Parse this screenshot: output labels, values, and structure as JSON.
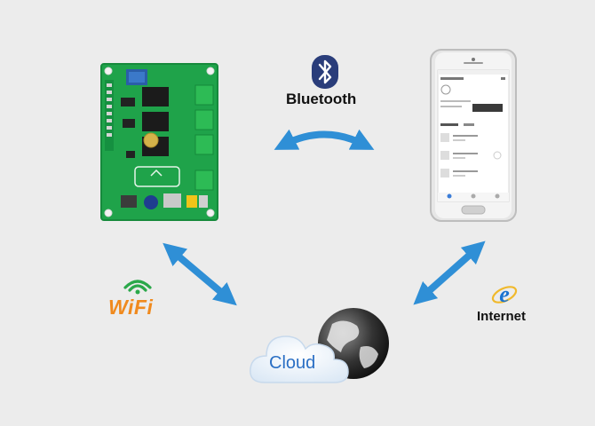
{
  "labels": {
    "bluetooth": "Bluetooth",
    "wifi": "WiFi",
    "internet": "Internet",
    "cloud": "Cloud"
  },
  "colors": {
    "background": "#ececec",
    "arrow": "#2f8fd6",
    "pcb": "#1fa34a",
    "bluetooth": "#2a3d7a",
    "wifi_green": "#2aa84a",
    "wifi_orange": "#f08a1e",
    "ie_blue": "#1a73d1",
    "cloud_text": "#2a6fc4"
  },
  "icons": {
    "bluetooth": "bluetooth-icon",
    "wifi": "wifi-icon",
    "internet": "internet-explorer-icon",
    "cloud": "cloud-icon",
    "globe": "globe-icon"
  }
}
